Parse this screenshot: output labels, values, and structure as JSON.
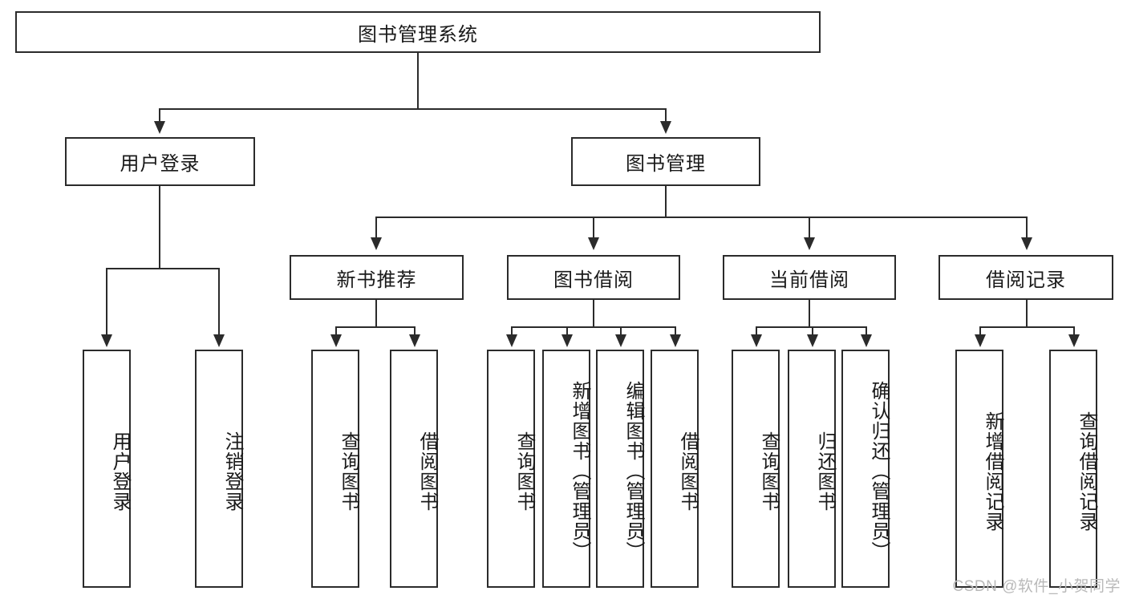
{
  "diagram": {
    "title": "图书管理系统",
    "watermark": "CSDN @软件_小贺同学",
    "type": "tree",
    "levels": 4,
    "root": {
      "label": "图书管理系统"
    },
    "level2": [
      {
        "label": "用户登录"
      },
      {
        "label": "图书管理"
      }
    ],
    "level3": [
      {
        "label": "新书推荐"
      },
      {
        "label": "图书借阅"
      },
      {
        "label": "当前借阅"
      },
      {
        "label": "借阅记录"
      }
    ],
    "leaves": {
      "user_login": [
        {
          "label": "用户登录"
        },
        {
          "label": "注销登录"
        }
      ],
      "new_book_recommend": [
        {
          "label": "查询图书"
        },
        {
          "label": "借阅图书"
        }
      ],
      "book_borrow": [
        {
          "label": "查询图书"
        },
        {
          "label": "新增图书（管理员）"
        },
        {
          "label": "编辑图书（管理员）"
        },
        {
          "label": "借阅图书"
        }
      ],
      "current_borrow": [
        {
          "label": "查询图书"
        },
        {
          "label": "归还图书"
        },
        {
          "label": "确认归还（管理员）"
        }
      ],
      "borrow_record": [
        {
          "label": "新增借阅记录"
        },
        {
          "label": "查询借阅记录"
        }
      ]
    },
    "colors": {
      "stroke": "#2b2b2b",
      "fill": "#ffffff",
      "text": "#1a1a1a",
      "watermark": "#b9b9b9"
    }
  }
}
